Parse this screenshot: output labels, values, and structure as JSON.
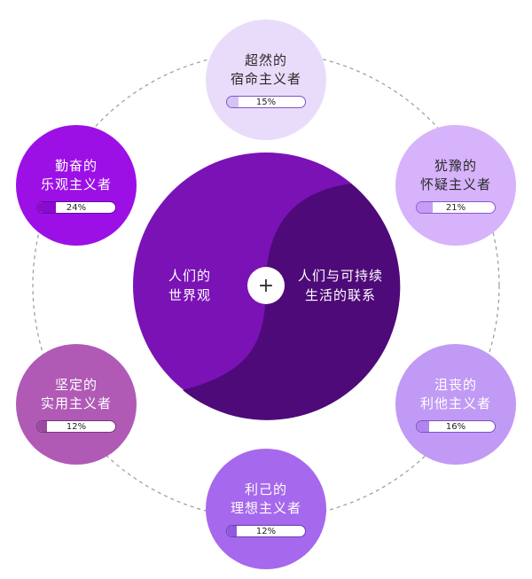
{
  "center": {
    "left_lines": [
      "人们的",
      "世界观"
    ],
    "right_lines": [
      "人们与可持续",
      "生活的联系"
    ],
    "plus_symbol": "+",
    "left_color": "#7a12b6",
    "right_color": "#4e0a78"
  },
  "personas": [
    {
      "id": "top",
      "lines": [
        "超然的",
        "宿命主义者"
      ],
      "percent_text": "15%",
      "percent": 15,
      "bg": "#e9dcfb",
      "text_color": "#2a2a2a",
      "fill": "#d6c3f3",
      "bar_border": "#7f52c9"
    },
    {
      "id": "upper-right",
      "lines": [
        "犹豫的",
        "怀疑主义者"
      ],
      "percent_text": "21%",
      "percent": 21,
      "bg": "#d6b3fa",
      "text_color": "#2a2a2a",
      "fill": "#c79cf4",
      "bar_border": "#8a58d0"
    },
    {
      "id": "lower-right",
      "lines": [
        "沮丧的",
        "利他主义者"
      ],
      "percent_text": "16%",
      "percent": 16,
      "bg": "#c19af5",
      "text_color": "#ffffff",
      "fill": "#b086ee",
      "bar_border": "#7d4ecb"
    },
    {
      "id": "bottom",
      "lines": [
        "利己的",
        "理想主义者"
      ],
      "percent_text": "12%",
      "percent": 12,
      "bg": "#a668ec",
      "text_color": "#ffffff",
      "fill": "#9258de",
      "bar_border": "#6b3cb6"
    },
    {
      "id": "lower-left",
      "lines": [
        "坚定的",
        "实用主义者"
      ],
      "percent_text": "12%",
      "percent": 12,
      "bg": "#b05ab6",
      "text_color": "#ffffff",
      "fill": "#9b4aa1",
      "bar_border": "#7a3480"
    },
    {
      "id": "upper-left",
      "lines": [
        "勤奋的",
        "乐观主义者"
      ],
      "percent_text": "24%",
      "percent": 24,
      "bg": "#9c10e6",
      "text_color": "#ffffff",
      "fill": "#8a0ad0",
      "bar_border": "#6e06a8"
    }
  ],
  "ring_color": "#9a9a9a"
}
